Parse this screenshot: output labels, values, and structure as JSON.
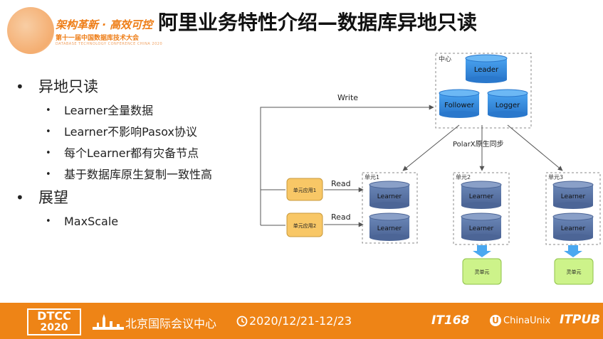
{
  "header": {
    "logo_slogan": "架构革新 · 高效可控",
    "logo_sub": "第十一届中国数据库技术大会",
    "logo_en": "DATABASE TECHNOLOGY CONFERENCE CHINA 2020",
    "title": "阿里业务特性介绍—数据库异地只读"
  },
  "bullets": [
    {
      "text": "异地只读",
      "children": [
        "Learner全量数据",
        "Learner不影响Pasox协议",
        "每个Learner都有灾备节点",
        "基于数据库原生复制一致性高"
      ]
    },
    {
      "text": "展望",
      "children": [
        "MaxScale"
      ]
    }
  ],
  "diagram": {
    "center_label": "中心",
    "leader": "Leader",
    "follower": "Follower",
    "logger": "Logger",
    "write": "Write",
    "sync": "PolarX原生同步",
    "read": "Read",
    "app1": "单元应用1",
    "app2": "单元应用2",
    "unit1": "单元1",
    "unit2": "单元2",
    "unit3": "单元3",
    "learner": "Learner",
    "dr": "灵单元"
  },
  "footer": {
    "dtcc_a": "DTCC",
    "dtcc_b": "2020",
    "venue": "北京国际会议中心",
    "date": "2020/12/21-12/23",
    "sponsor1": "IT168",
    "sponsor2": "ChinaUnix",
    "sponsor3": "ITPUB"
  },
  "colors": {
    "accent": "#ee8416",
    "db_blue": "#3b8fe0",
    "db_slate": "#5c77a8",
    "app_yellow": "#f8c766",
    "dr_green": "#cdf38a"
  }
}
